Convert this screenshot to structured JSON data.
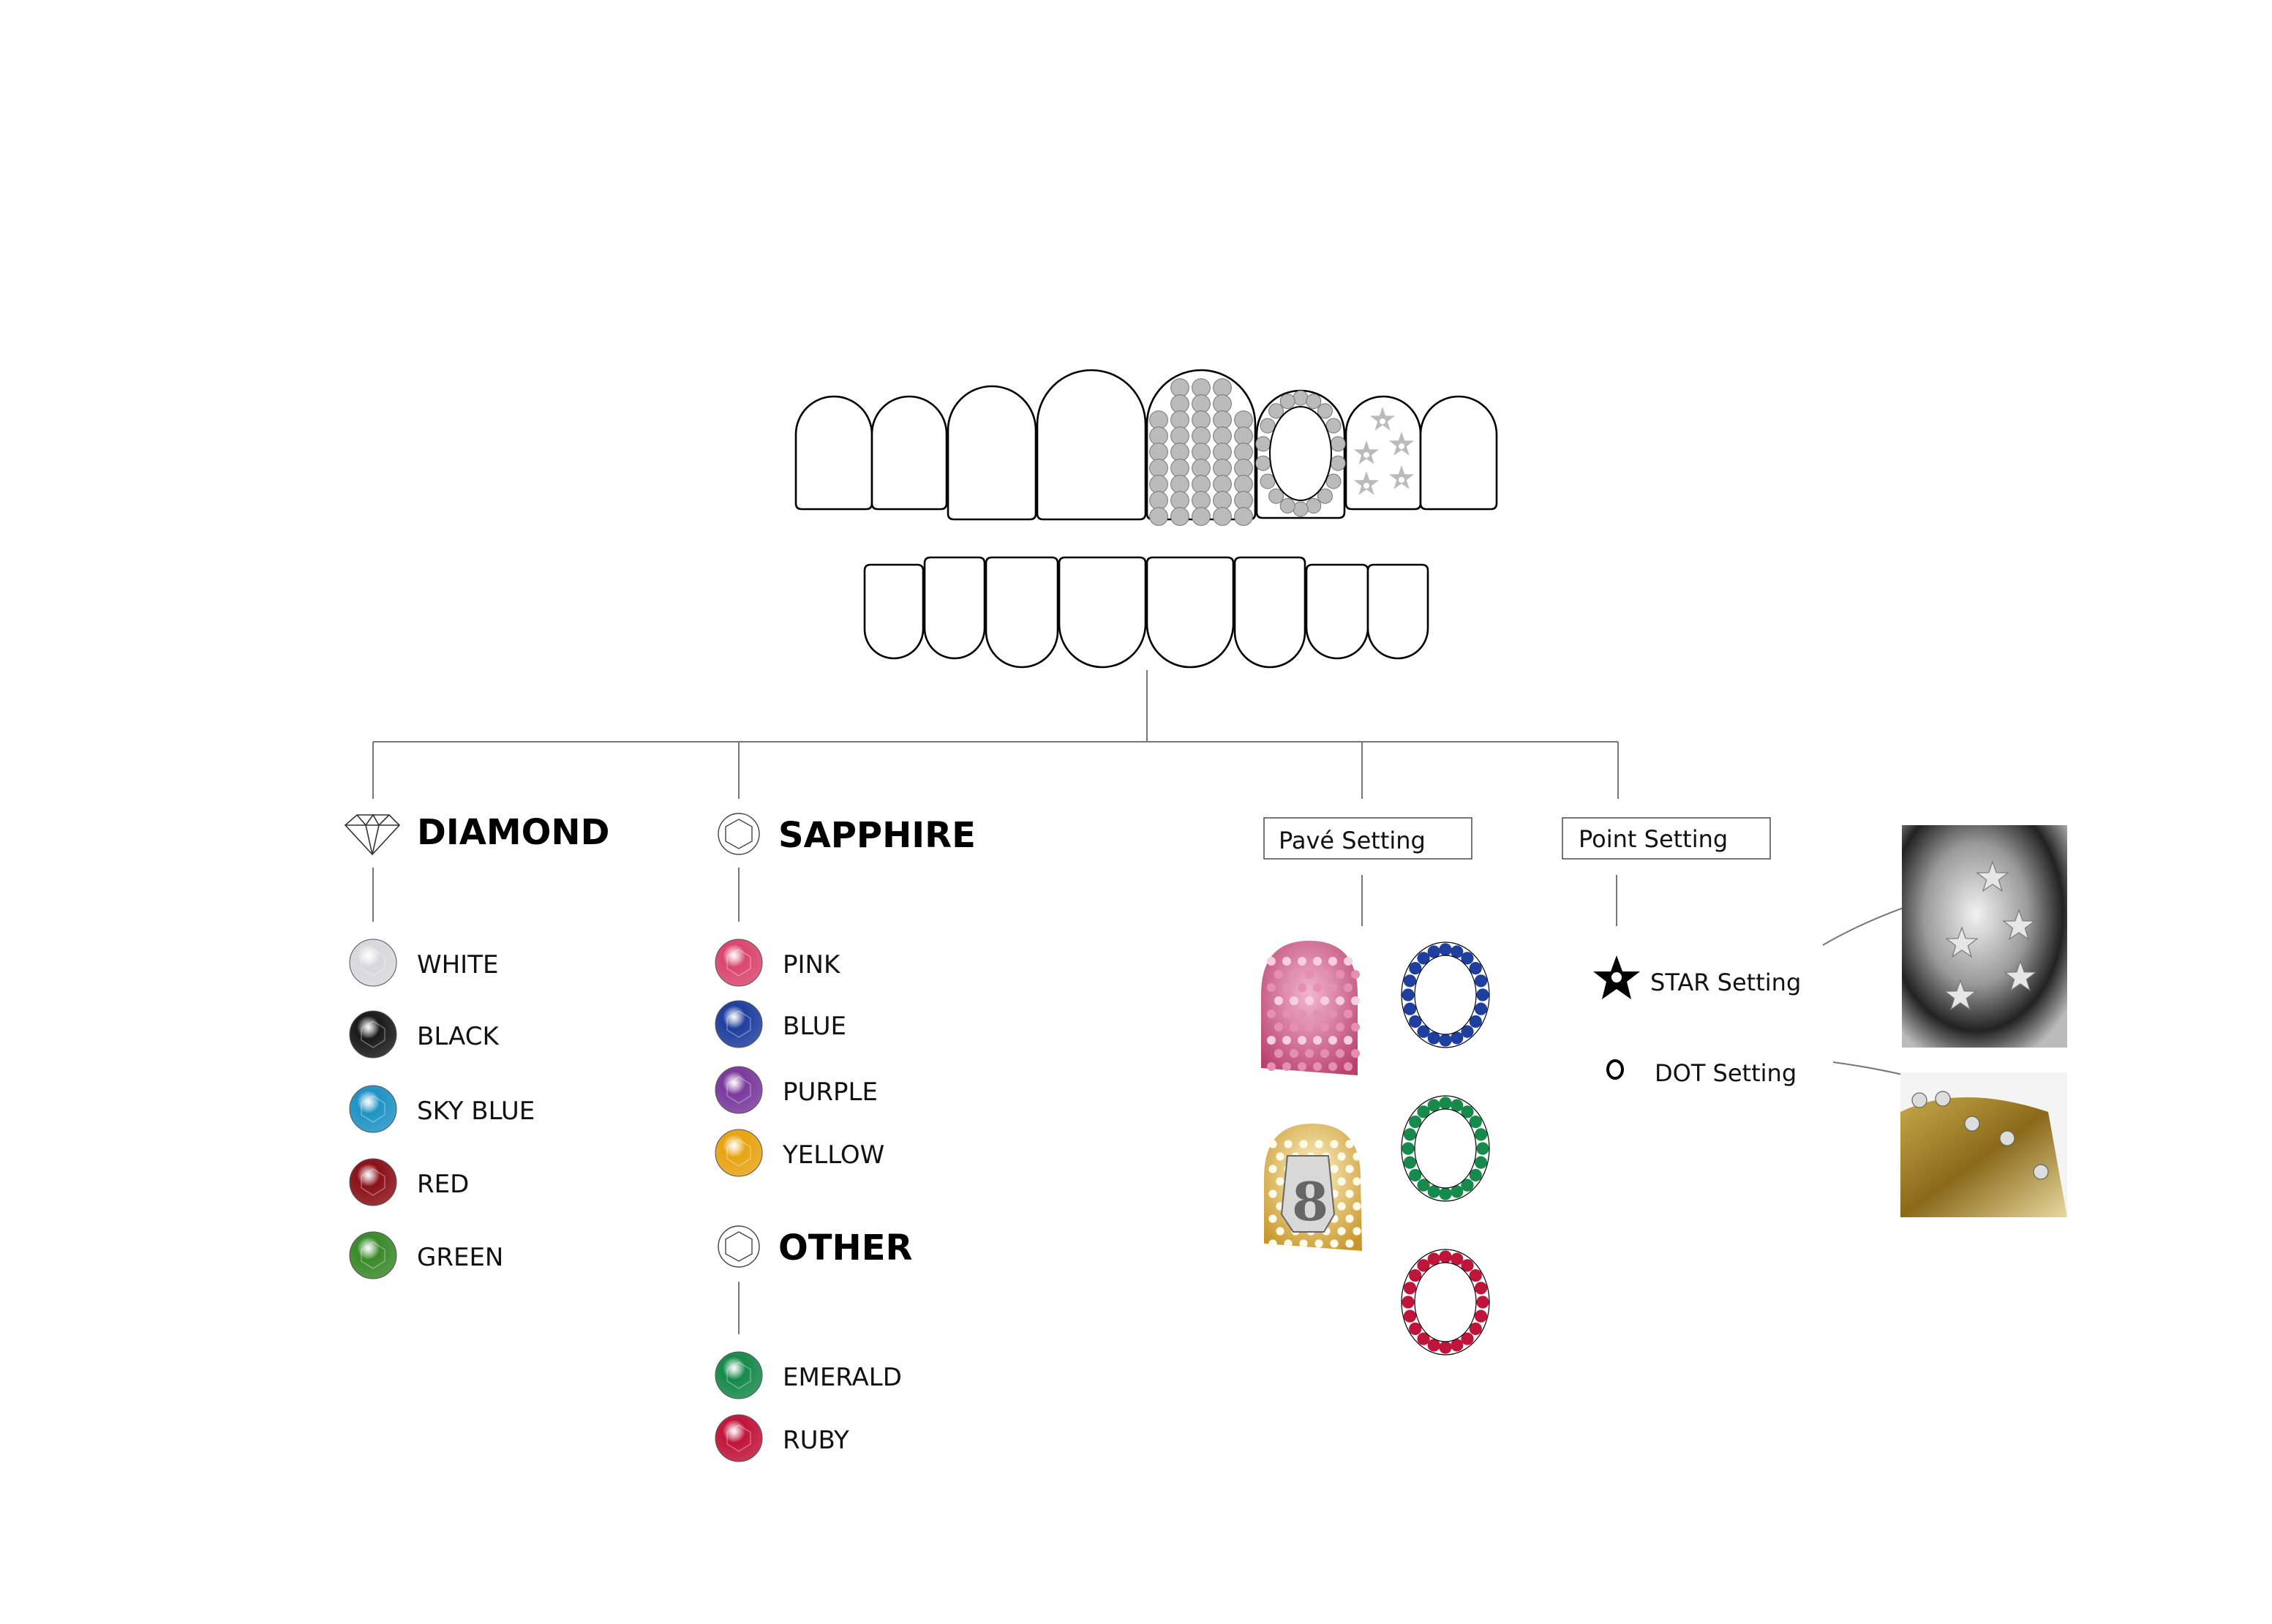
{
  "diamond": {
    "title": "DIAMOND",
    "icon": "diamond-outline-icon",
    "colors": [
      {
        "label": "WHITE",
        "color": "#d8d8dc"
      },
      {
        "label": "BLACK",
        "color": "#1a1a1a"
      },
      {
        "label": "SKY BLUE",
        "color": "#1f93c4"
      },
      {
        "label": "RED",
        "color": "#8a1118"
      },
      {
        "label": "GREEN",
        "color": "#3a8a2a"
      }
    ]
  },
  "sapphire": {
    "title": "SAPPHIRE",
    "icon": "round-gem-outline-icon",
    "colors": [
      {
        "label": "PINK",
        "color": "#d9466e"
      },
      {
        "label": "BLUE",
        "color": "#1f3f9e"
      },
      {
        "label": "PURPLE",
        "color": "#7a3a9c"
      },
      {
        "label": "YELLOW",
        "color": "#e7a412"
      }
    ]
  },
  "other": {
    "title": "OTHER",
    "icon": "round-gem-outline-icon",
    "colors": [
      {
        "label": "EMERALD",
        "color": "#168a4a"
      },
      {
        "label": "RUBY",
        "color": "#c0153a"
      }
    ]
  },
  "pave": {
    "title": "Pavé Setting",
    "ring_colors": [
      "#1f3f9e",
      "#168a4a",
      "#c0153a"
    ]
  },
  "point": {
    "title": "Point Setting",
    "star_label": "STAR Setting",
    "dot_label": "DOT Setting"
  }
}
